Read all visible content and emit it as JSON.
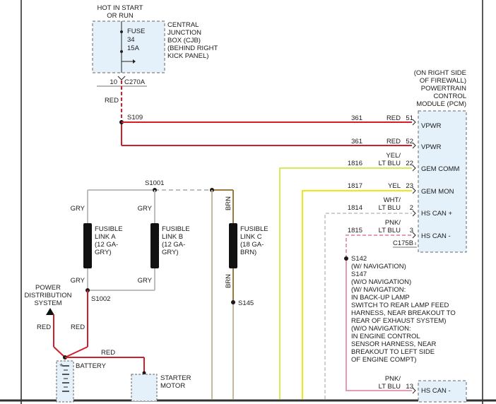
{
  "colors": {
    "red": "#d11f2a",
    "gray": "#bdbdbd",
    "yellow_green": "#d8ea5a",
    "yellow": "#eee71a",
    "white_blue": "#cfcfcf",
    "pink": "#e89ab0",
    "brown": "#9a7a3a",
    "box_fill": "#e4f1fb"
  },
  "cjb": {
    "header_line1": "HOT IN START",
    "header_line2": "OR RUN",
    "fuse_label": "FUSE",
    "fuse_number": "34",
    "fuse_rating": "15A",
    "desc_lines": [
      "CENTRAL",
      "JUNCTION",
      "BOX (CJB)",
      "(BEHIND RIGHT",
      "KICK PANEL)"
    ],
    "pin": "10",
    "connector": "C270A"
  },
  "wires": {
    "red_drop": "RED",
    "splice_s109": "S109",
    "splice_s1001": "S1001",
    "splice_s1002": "S1002",
    "splice_s145": "S145",
    "gry_1": "GRY",
    "gry_2": "GRY",
    "gry_3": "GRY",
    "gry_4": "GRY",
    "brn_top": "BRN",
    "brn_bottom": "BRN",
    "red_pds_1": "RED",
    "red_pds_2": "RED",
    "red_battery": "RED"
  },
  "fusible_links": [
    {
      "lines": [
        "FUSIBLE",
        "LINK A",
        "(12 GA-",
        "GRY)"
      ]
    },
    {
      "lines": [
        "FUSIBLE",
        "LINK B",
        "(12 GA-",
        "GRY)"
      ]
    },
    {
      "lines": [
        "FUSIBLE",
        "LINK C",
        "(18 GA-",
        "BRN)"
      ]
    }
  ],
  "pds": {
    "lines": [
      "POWER",
      "DISTRIBUTION",
      "SYSTEM"
    ]
  },
  "battery": {
    "label": "BATTERY",
    "plus": "+"
  },
  "starter": {
    "lines": [
      "STARTER",
      "MOTOR"
    ]
  },
  "pcm": {
    "desc_lines": [
      "(ON RIGHT SIDE",
      "OF FIREWALL)",
      "POWERTRAIN",
      "CONTROL",
      "MODULE (PCM)"
    ],
    "connector": "C175B",
    "pins": [
      {
        "circuit": "361",
        "color1": "",
        "color2": "RED",
        "pin": "51",
        "name": "VPWR"
      },
      {
        "circuit": "361",
        "color1": "",
        "color2": "RED",
        "pin": "52",
        "name": "VPWR"
      },
      {
        "circuit": "1816",
        "color1": "YEL/",
        "color2": "LT BLU",
        "pin": "22",
        "name": "GEM COMM"
      },
      {
        "circuit": "1817",
        "color1": "",
        "color2": "YEL",
        "pin": "23",
        "name": "GEM MON"
      },
      {
        "circuit": "1814",
        "color1": "WHT/",
        "color2": "LT BLU",
        "pin": "2",
        "name": "HS CAN +"
      },
      {
        "circuit": "1815",
        "color1": "PNK/",
        "color2": "LT BLU",
        "pin": "3",
        "name": "HS CAN -"
      }
    ]
  },
  "bottom_pin": {
    "color1": "PNK/",
    "color2": "LT BLU",
    "pin": "13",
    "name": "HS CAN -"
  },
  "splice_note": {
    "lines": [
      "S142",
      "(W/ NAVIGATION)",
      "S147",
      "(W/O NAVIGATION)",
      "(W/ NAVIGATION:",
      "IN BACK-UP LAMP",
      "SWITCH TO REAR LAMP FEED",
      "HARNESS, NEAR BREAKOUT TO",
      "REAR OF EXHAUST SYSTEM)",
      "(W/O NAVIGATION:",
      "IN ENGINE CONTROL",
      "SENSOR HARNESS, NEAR",
      "BREAKOUT TO LEFT SIDE",
      "OF ENGINE COMPT)"
    ]
  }
}
